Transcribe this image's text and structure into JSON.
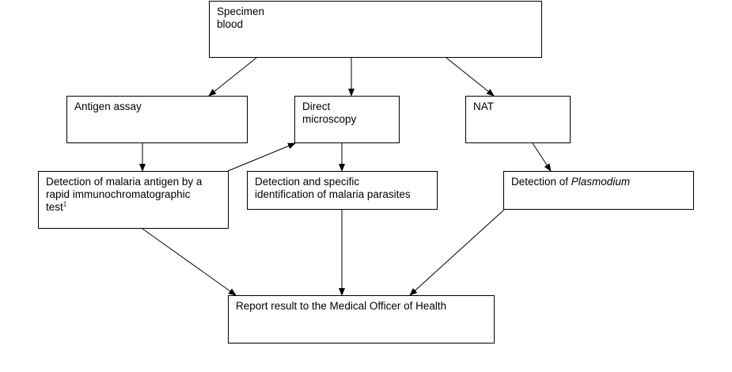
{
  "nodes": {
    "specimen": {
      "line1": "Specimen",
      "line2": "blood"
    },
    "antigen_assay": {
      "label": "Antigen assay"
    },
    "direct_microscopy": {
      "line1": "Direct",
      "line2": "microscopy"
    },
    "nat": {
      "label": "NAT"
    },
    "antigen_detection": {
      "line1": "Detection of malaria antigen by a",
      "line2": "rapid immunochromatographic",
      "line3": "test",
      "footnote": "1"
    },
    "parasite_identification": {
      "line1": "Detection and specific",
      "line2": "identification of malaria parasites"
    },
    "plasmodium_detection": {
      "prefix": "Detection of ",
      "organism": "Plasmodium"
    },
    "report": {
      "label": "Report result to the Medical Officer of Health"
    }
  },
  "edges": [
    {
      "from": "specimen",
      "to": "antigen_assay"
    },
    {
      "from": "specimen",
      "to": "direct_microscopy"
    },
    {
      "from": "specimen",
      "to": "nat"
    },
    {
      "from": "antigen_assay",
      "to": "antigen_detection"
    },
    {
      "from": "antigen_detection",
      "to": "direct_microscopy"
    },
    {
      "from": "direct_microscopy",
      "to": "parasite_identification"
    },
    {
      "from": "nat",
      "to": "plasmodium_detection"
    },
    {
      "from": "antigen_detection",
      "to": "report"
    },
    {
      "from": "parasite_identification",
      "to": "report"
    },
    {
      "from": "plasmodium_detection",
      "to": "report"
    }
  ],
  "colors": {
    "stroke": "#000000",
    "background": "#ffffff"
  }
}
